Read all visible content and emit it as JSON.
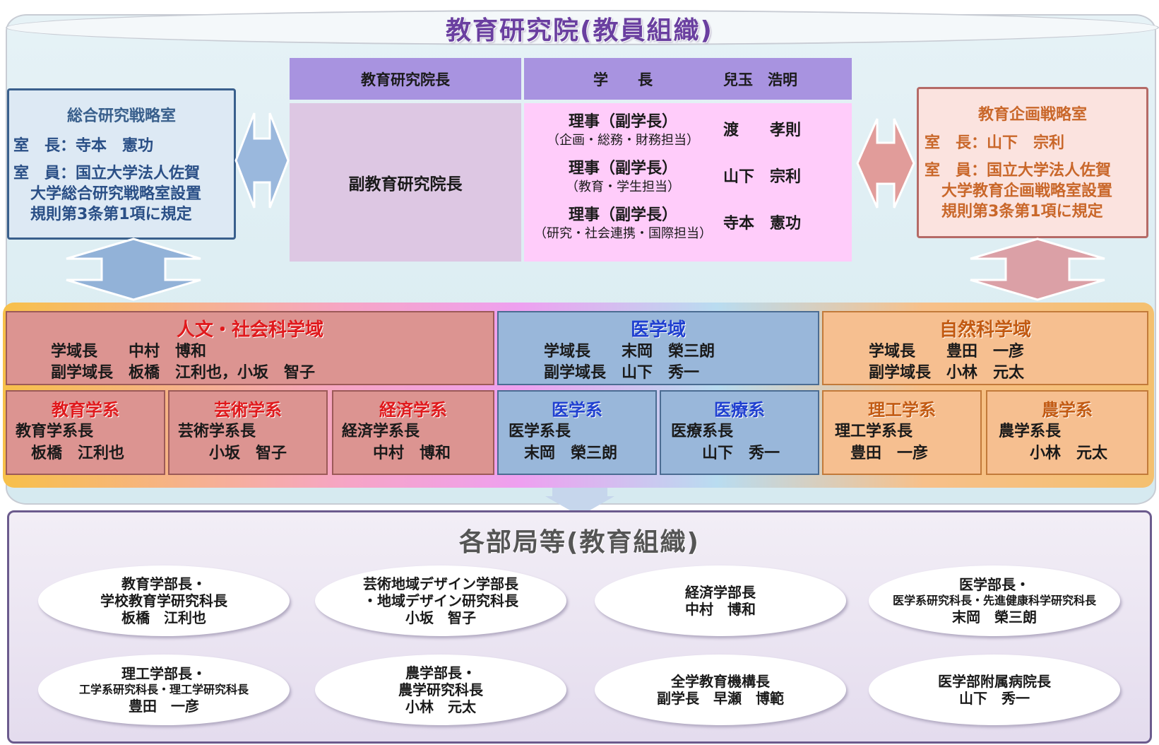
{
  "top_title": "教育研究院(教員組織)",
  "left_office": {
    "title": "総合研究戦略室",
    "head": "室　長：寺本　憲功",
    "members": [
      "室　員：国立大学法人佐賀",
      "大学総合研究戦略室設置",
      "規則第3条第1項に規定"
    ]
  },
  "right_office": {
    "title": "教育企画戦略室",
    "head": "室　長：山下　宗利",
    "members": [
      "室　員：国立大学法人佐賀",
      "大学教育企画戦略室設置",
      "規則第3条第1項に規定"
    ]
  },
  "leadership": {
    "director_label": "教育研究院長",
    "president_label": "学　　長",
    "president_name": "兒玉　浩明",
    "vice_director_label": "副教育研究院長",
    "directors": [
      {
        "role": "理事（副学長）",
        "resp": "（企画・総務・財務担当）",
        "name": "渡　　孝則"
      },
      {
        "role": "理事（副学長）",
        "resp": "（教育・学生担当）",
        "name": "山下　宗利"
      },
      {
        "role": "理事（副学長）",
        "resp": "（研究・社会連携・国際担当）",
        "name": "寺本　憲功"
      }
    ]
  },
  "domains": [
    {
      "title": "人文・社会科学域",
      "lines": [
        "学域長　　中村　博和",
        "副学域長　板橋　江利也，小坂　智子"
      ]
    },
    {
      "title": "医学域",
      "lines": [
        "学域長　　末岡　榮三朗",
        "副学域長　山下　秀一"
      ]
    },
    {
      "title": "自然科学域",
      "lines": [
        "学域長　　豊田　一彦",
        "副学域長　小林　元太"
      ]
    }
  ],
  "departments": [
    {
      "title": "教育学系",
      "lines": [
        "教育学系長",
        "　板橋　江利也"
      ]
    },
    {
      "title": "芸術学系",
      "lines": [
        "芸術学系長",
        "　　小坂　智子"
      ]
    },
    {
      "title": "経済学系",
      "lines": [
        "経済学系長",
        "　　中村　博和"
      ]
    },
    {
      "title": "医学系",
      "lines": [
        "医学系長",
        "　末岡　榮三朗"
      ]
    },
    {
      "title": "医療系",
      "lines": [
        "医療系長",
        "　　山下　秀一"
      ]
    },
    {
      "title": "理工学系",
      "lines": [
        "理工学系長",
        "　豊田　一彦"
      ]
    },
    {
      "title": "農学系",
      "lines": [
        "農学系長",
        "　　小林　元太"
      ]
    }
  ],
  "bottom_title": "各部局等(教育組織)",
  "units": [
    {
      "lines": [
        "教育学部長・",
        "学校教育学研究科長",
        "板橋　江利也"
      ]
    },
    {
      "lines": [
        "芸術地域デザイン学部長",
        "・地域デザイン研究科長",
        "小坂　智子"
      ]
    },
    {
      "lines": [
        "経済学部長",
        "中村　博和"
      ]
    },
    {
      "lines": [
        "医学部長・",
        "医学系研究科長・先進健康科学研究科長",
        "末岡　榮三朗"
      ]
    },
    {
      "lines": [
        "理工学部長・",
        "工学系研究科長・理工学研究科長",
        "豊田　一彦"
      ]
    },
    {
      "lines": [
        "農学部長・",
        "農学研究科長",
        "小林　元太"
      ]
    },
    {
      "lines": [
        "全学教育機構長",
        "副学長　早瀬　博範"
      ]
    },
    {
      "lines": [
        "医学部附属病院長",
        "山下　秀一"
      ]
    }
  ],
  "colors": {
    "accent_purple": "#6a3fa0",
    "humanities": "#e0191c",
    "medical": "#1f3fd0",
    "science": "#c25a12"
  }
}
